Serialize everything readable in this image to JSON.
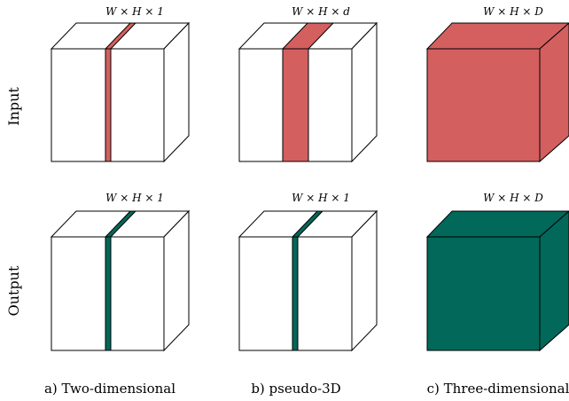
{
  "colors": {
    "input": "#d45f5f",
    "output": "#02685a",
    "stroke": "#000000",
    "face": "#ffffff"
  },
  "rows": [
    {
      "label": "Input"
    },
    {
      "label": "Output"
    }
  ],
  "columns": [
    {
      "caption": "a) Two-dimensional",
      "input_dims": "W × H × 1",
      "output_dims": "W × H × 1"
    },
    {
      "caption": "b) pseudo-3D",
      "input_dims": "W × H × d",
      "output_dims": "W × H × 1"
    },
    {
      "caption": "c) Three-dimensional",
      "input_dims": "W × H × D",
      "output_dims": "W × H × D"
    }
  ]
}
